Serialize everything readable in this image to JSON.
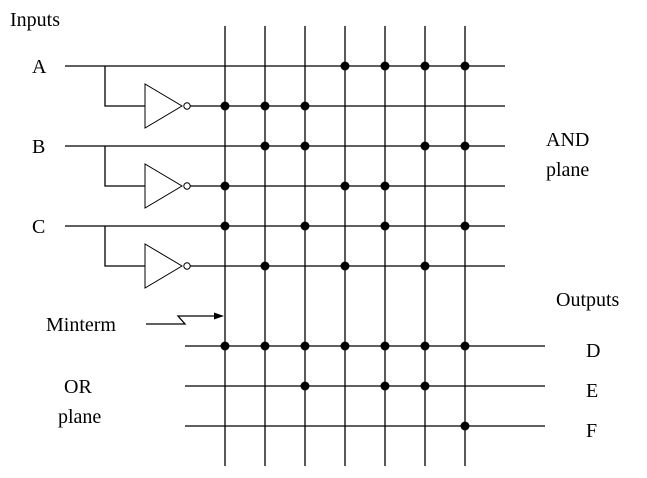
{
  "labels": {
    "inputs_heading": "Inputs",
    "outputs_heading": "Outputs",
    "and_plane_line1": "AND",
    "and_plane_line2": "plane",
    "or_plane_line1": "OR",
    "or_plane_line2": "plane",
    "minterm": "Minterm"
  },
  "inputs": [
    "A",
    "B",
    "C"
  ],
  "outputs": [
    "D",
    "E",
    "F"
  ],
  "minterm_count": 7,
  "and_plane": {
    "rows": [
      {
        "signal": "A",
        "connections": [
          4,
          5,
          6,
          7
        ]
      },
      {
        "signal": "A'",
        "connections": [
          1,
          2,
          3
        ]
      },
      {
        "signal": "B",
        "connections": [
          2,
          3,
          6,
          7
        ]
      },
      {
        "signal": "B'",
        "connections": [
          1,
          4,
          5
        ]
      },
      {
        "signal": "C",
        "connections": [
          1,
          3,
          5,
          7
        ]
      },
      {
        "signal": "C'",
        "connections": [
          2,
          4,
          6
        ]
      }
    ]
  },
  "or_plane": {
    "rows": [
      {
        "signal": "D",
        "connections": [
          1,
          2,
          3,
          4,
          5,
          6,
          7
        ]
      },
      {
        "signal": "E",
        "connections": [
          3,
          5,
          6
        ]
      },
      {
        "signal": "F",
        "connections": [
          7
        ]
      }
    ]
  },
  "colors": {
    "line": "#000000",
    "background": "#ffffff"
  }
}
